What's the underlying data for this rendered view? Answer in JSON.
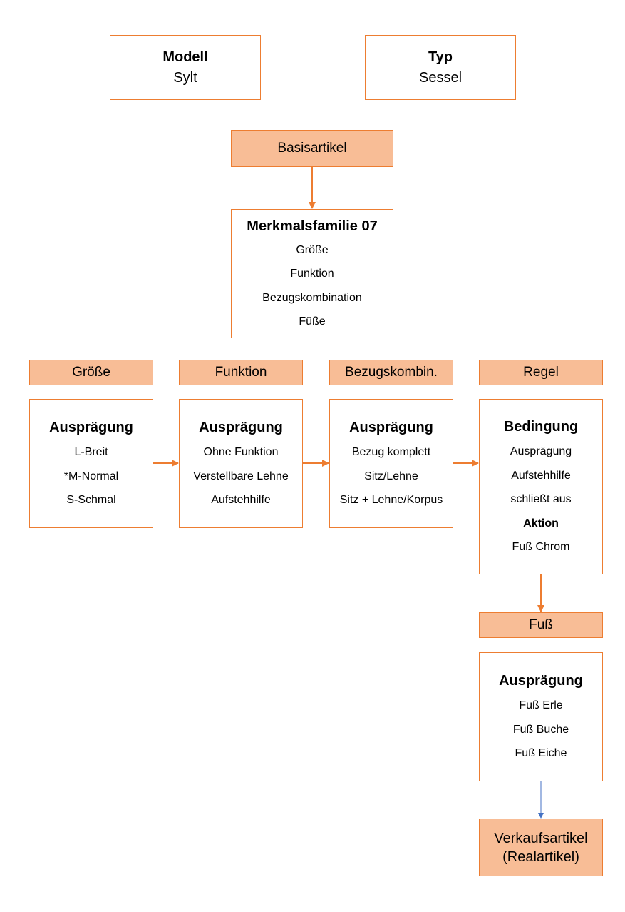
{
  "top": {
    "modell": {
      "label": "Modell",
      "value": "Sylt"
    },
    "typ": {
      "label": "Typ",
      "value": "Sessel"
    }
  },
  "basisartikel": "Basisartikel",
  "merkmalsfamilie": {
    "title": "Merkmalsfamilie 07",
    "items": [
      "Größe",
      "Funktion",
      "Bezugskombination",
      "Füße"
    ]
  },
  "headers": [
    "Größe",
    "Funktion",
    "Bezugskombin.",
    "Regel"
  ],
  "groesse": {
    "title": "Ausprägung",
    "items": [
      "L-Breit",
      "*M-Normal",
      "S-Schmal"
    ]
  },
  "funktion": {
    "title": "Ausprägung",
    "items": [
      "Ohne Funktion",
      "Verstellbare Lehne",
      "Aufstehhilfe"
    ]
  },
  "bezug": {
    "title": "Ausprägung",
    "items": [
      "Bezug komplett",
      "Sitz/Lehne",
      "Sitz + Lehne/Korpus"
    ]
  },
  "regel": {
    "title": "Bedingung",
    "lines": [
      "Ausprägung",
      "Aufstehhilfe",
      "schließt aus"
    ],
    "action_label": "Aktion",
    "action_value": "Fuß Chrom"
  },
  "fuss_header": "Fuß",
  "fuss": {
    "title": "Ausprägung",
    "items": [
      "Fuß Erle",
      "Fuß Buche",
      "Fuß Eiche"
    ]
  },
  "verkauf": {
    "line1": "Verkaufsartikel",
    "line2": "(Realartikel)"
  },
  "colors": {
    "border": "#ed7d31",
    "fill": "#f8bd96",
    "arrow": "#ed7d31",
    "final_arrow": "#4472c4"
  }
}
